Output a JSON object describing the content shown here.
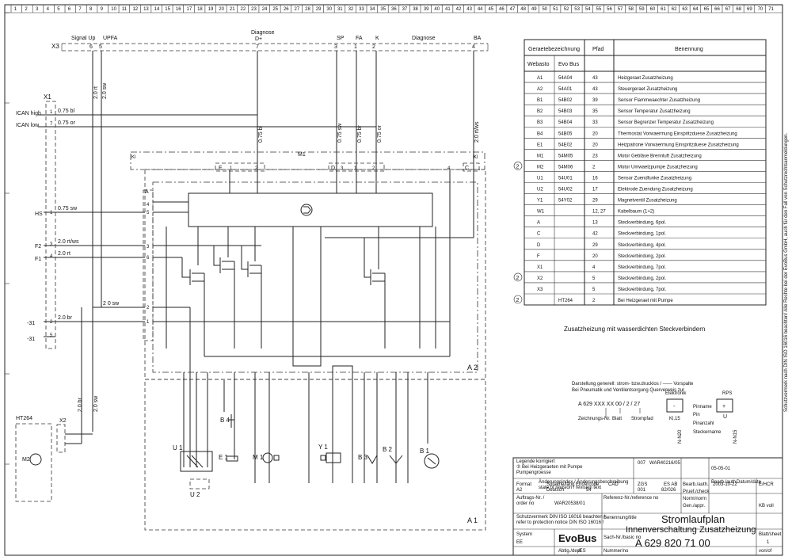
{
  "header": {
    "x3": "X3",
    "signal_up": "Signal Up",
    "upfa": "UPFA",
    "diagnose_d": "Diagnose",
    "d_plus": "D+",
    "sp": "SP",
    "fa": "FA",
    "k": "K",
    "diagnose2": "Diagnose",
    "ba": "BA",
    "pins_top": [
      "6",
      "5",
      "7",
      "3",
      "1",
      "2",
      "4"
    ]
  },
  "connectors_left": {
    "x1": "X1",
    "can_high": "ICAN high",
    "can_low": "ICAN low",
    "hs": "HS",
    "f2": "F2",
    "f1": "F1",
    "m31a": "-31",
    "m31b": "-31",
    "ht264": "HT264",
    "x2": "X2",
    "m2": "M2"
  },
  "wires": {
    "w075bl": "0.75  bl",
    "w075or": "0.75  or",
    "w075sw": "0.75  sw",
    "w20rtws": "2.0  rt/ws",
    "w20rt": "2.0  rt",
    "w20sw": "2 0    sw",
    "w20br": "2.0  br",
    "v20rt": "2.0 rt",
    "v20sw": "2.0 sw",
    "v075bl": "0.75 bl",
    "v075sw": "0.75 sw",
    "v075br": "0.75 br",
    "v075or": "0.75 or",
    "v20rtws": "2.0 rt/ws",
    "v20br": "2.0 br",
    "v20sw2": "2.0 sw"
  },
  "components": {
    "a": "A",
    "a1": "A 1",
    "a2": "A 2",
    "c": "C",
    "d": "D",
    "f": "F",
    "u1": "U 1",
    "u2": "U 2",
    "e1": "E 1",
    "m1": "M 1",
    "y1": "Y 1",
    "b3": "B 3",
    "b2": "B 2",
    "b1": "B 1",
    "b4": "B 4",
    "m1_label": "M1"
  },
  "table": {
    "head_col1": "Geraetebezeichnung",
    "head_col2": "Pfad",
    "head_col3": "Benennung",
    "sub1": "Webasto",
    "sub2": "Evo Bus",
    "rows": [
      {
        "mark": "",
        "id": "A1",
        "evo": "54A04",
        "pfad": "43",
        "name": "Heizgeraet Zusatzheizung"
      },
      {
        "mark": "",
        "id": "A2",
        "evo": "54A01",
        "pfad": "43",
        "name": "Steuergeraet Zusatzheizung"
      },
      {
        "mark": "",
        "id": "B1",
        "evo": "54B02",
        "pfad": "39",
        "name": "Sensor Flammwaechter Zusatzheizung"
      },
      {
        "mark": "",
        "id": "B2",
        "evo": "54B03",
        "pfad": "35",
        "name": "Sensor Temperatur Zusatzheizung"
      },
      {
        "mark": "",
        "id": "B3",
        "evo": "54B04",
        "pfad": "33",
        "name": "Sensor Begrenzer Temperatur Zusatzheizung"
      },
      {
        "mark": "",
        "id": "B4",
        "evo": "54B05",
        "pfad": "20",
        "name": "Thermostat Vorwaermung Einspritzduese Zusatzheizung"
      },
      {
        "mark": "",
        "id": "E1",
        "evo": "54E02",
        "pfad": "20",
        "name": "Heizpatrone Vorwaermung Einspritzduese Zusatzheizung"
      },
      {
        "mark": "",
        "id": "M1",
        "evo": "54M05",
        "pfad": "23",
        "name": "Motor Gebläse Brennluft Zusatzheizung"
      },
      {
        "mark": "2",
        "id": "M2",
        "evo": "54M06",
        "pfad": "2",
        "name": "Motor Umwaelzpumpe Zusatzheizung"
      },
      {
        "mark": "",
        "id": "U1",
        "evo": "54U01",
        "pfad": "16",
        "name": "Sensor Zuendfunke Zusatzheizung"
      },
      {
        "mark": "",
        "id": "U2",
        "evo": "54U02",
        "pfad": "17",
        "name": "Elektrode Zuendung Zusatzheizung"
      },
      {
        "mark": "",
        "id": "Y1",
        "evo": "54Y02",
        "pfad": "29",
        "name": "Magnetventil Zusatzheizung"
      },
      {
        "mark": "",
        "id": "W1",
        "evo": "",
        "pfad": "12, 27",
        "name": "Kabelbaum (1+2)"
      },
      {
        "mark": "",
        "id": "A",
        "evo": "",
        "pfad": "13",
        "name": "Steckverbindung, 6pol."
      },
      {
        "mark": "",
        "id": "C",
        "evo": "",
        "pfad": "42",
        "name": "Steckverbindung, 1pol."
      },
      {
        "mark": "",
        "id": "D",
        "evo": "",
        "pfad": "29",
        "name": "Steckverbindung, 4pol."
      },
      {
        "mark": "",
        "id": "F",
        "evo": "",
        "pfad": "20",
        "name": "Steckverbindung, 2pol."
      },
      {
        "mark": "",
        "id": "X1",
        "evo": "",
        "pfad": "4",
        "name": "Steckverbindung, 7pol."
      },
      {
        "mark": "2",
        "id": "X2",
        "evo": "",
        "pfad": "5",
        "name": "Steckverbindung, 2pol."
      },
      {
        "mark": "",
        "id": "X3",
        "evo": "",
        "pfad": "5",
        "name": "Steckverbindung, 7pol."
      },
      {
        "mark": "2",
        "id": "",
        "evo": "HT264",
        "pfad": "2",
        "name": "Bei Heizgeraet mit Pumpe"
      }
    ]
  },
  "caption": "Zusatzheizung mit wasserdichten Steckverbindern",
  "legend": {
    "line1": "Darstellung generell: strom- bzw.drucklos / ——   Vorspalte",
    "line2": "Bei Pneumatik und Ventilentsorgung      Querverweis zur",
    "code": "A 629 XXX XX 00 / 2 / 27",
    "zeichnungs": "Zeichnungs-Nr.",
    "blatt": "Blatt",
    "strompfad": "Strompfad",
    "elektronik": "Elektronik",
    "rps": "RPS",
    "pinname": "Pinname",
    "pin": "Pin",
    "pinanzahl": "Pinanzahl",
    "steckername": "Steckername",
    "kl15": "Kl.15",
    "u": "U",
    "n_n20": "N-N20",
    "n_n15": "N-N15"
  },
  "title_block": {
    "legende": "Legende korrigiert",
    "mark_text": "② Bei Heizgeraeten mit Pumpe",
    "pumpe": "Pumpengroesse",
    "aenderung": "Änderungsindex / Änderungsbeschreibung",
    "state": "state of revision / revision text",
    "rev1": "007",
    "war1": "WAR40216/05",
    "date1": "05-05-01",
    "bearb": "Bearb./auth.",
    "datum": "Datum/date",
    "format": "Format",
    "format_v": "A2",
    "sprache": "Sprache/lang",
    "sprache_v": "Deutsch",
    "ehr": "Ehr/ercode",
    "ehr_v": "54",
    "cad": "CAD",
    "zgs": "ZGS",
    "zgs_v": "001",
    "es_ab": "ES AB",
    "es_ab_v": "82/026",
    "auftrag": "Auftrags-Nr. /",
    "order": "order no",
    "war2": "WAR20538/01",
    "ref": "Referenz-Nr./reference no",
    "bearb2": "Bearb./auth.",
    "datum2": "2003-10-22",
    "ersteller": "E/HCR",
    "pruef": "Pruef./check",
    "norm": "Norm/norm",
    "gen": "Gen./appr.",
    "kbvoll": "KB voll",
    "schutz1": "Schutzvermerk DIN ISO 16016 beachten !",
    "schutz2": "refer to protection notice DIN ISO 16016 !",
    "system": "System",
    "system_v": "EE",
    "brand": "EvoBus",
    "benennung": "Benennung/title",
    "title1": "Stromlaufplan",
    "title2": "Innenverschaltung  Zusatzheizung",
    "sach": "Sach-Nr./basic no",
    "number": "A  629  820  71 00",
    "blatt": "Blatt/sheet",
    "blatt_v": "1",
    "von": "von/of",
    "abtlg": "Abtlg./dept",
    "abtlg_v": "/ES",
    "nummer": "Nummer/no"
  },
  "side_text": "Schutzvermerk nach DIN ISO 16016 beachten! Alle Rechte bei der EvoBus GmbH, auch für den Fall von Schutzrechtsanmeldungen."
}
